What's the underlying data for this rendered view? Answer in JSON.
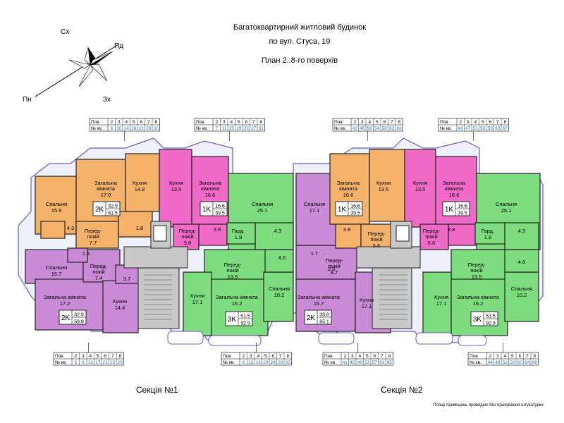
{
  "header": {
    "title_line1": "Багатоквартирний житловий будинок",
    "title_line2": "по вул. Стуса, 19",
    "subtitle": "План 2..8-го поверхів"
  },
  "compass": {
    "north": "Пн",
    "south": "Пд",
    "east": "Сх",
    "west": "Зх"
  },
  "sections": [
    "Секція №1",
    "Секція №2"
  ],
  "footnote": "Площі приміщень приведені без врахування штукатурки",
  "colors": {
    "orange_1k": "#f5b26b",
    "orange_2k": "#f5b26b",
    "pink_1k": "#f06ac8",
    "green_3k": "#7ddc7d",
    "violet_2k": "#c98ad6",
    "wall": "#222222",
    "stairs": "#c8c8c8",
    "border": "#6a5acd",
    "area_box_fill": "#ffffff",
    "apt_num": "#1a6fd1"
  },
  "apt_tables": [
    {
      "pos": "top-left-1",
      "floor_label": "Пов",
      "apt_label": "№ кв.",
      "floors": [
        "2",
        "3",
        "4",
        "5",
        "6",
        "7",
        "8"
      ],
      "apts": [
        "6",
        "10",
        "14",
        "18",
        "22",
        "26",
        "30"
      ]
    },
    {
      "pos": "top-left-2",
      "floor_label": "Пов",
      "apt_label": "№ кв.",
      "floors": [
        "2",
        "3",
        "4",
        "5",
        "6",
        "7",
        "8"
      ],
      "apts": [
        "7",
        "11",
        "15",
        "19",
        "23",
        "27",
        "31"
      ]
    },
    {
      "pos": "top-right-1",
      "floor_label": "Пов",
      "apt_label": "№ кв.",
      "floors": [
        "2",
        "3",
        "4",
        "5",
        "6",
        "7",
        "8"
      ],
      "apts": [
        "42",
        "46",
        "50",
        "54",
        "58",
        "62",
        "66"
      ]
    },
    {
      "pos": "top-right-2",
      "floor_label": "Пов",
      "apt_label": "№ кв.",
      "floors": [
        "2",
        "3",
        "4",
        "5",
        "6",
        "7",
        "8"
      ],
      "apts": [
        "43",
        "47",
        "51",
        "55",
        "59",
        "63",
        "67"
      ]
    },
    {
      "pos": "bottom-left-1",
      "floor_label": "Пов",
      "apt_label": "№ кв.",
      "floors": [
        "2",
        "3",
        "4",
        "5",
        "6",
        "7",
        "8"
      ],
      "apts": [
        "5",
        "9",
        "13",
        "17",
        "21",
        "25",
        "29"
      ]
    },
    {
      "pos": "bottom-left-2",
      "floor_label": "Пов",
      "apt_label": "№ кв.",
      "floors": [
        "2",
        "3",
        "4",
        "5",
        "6",
        "7",
        "8"
      ],
      "apts": [
        "8",
        "12",
        "16",
        "20",
        "24",
        "28",
        "32"
      ]
    },
    {
      "pos": "bottom-right-1",
      "floor_label": "Пов",
      "apt_label": "№ кв.",
      "floors": [
        "2",
        "3",
        "4",
        "5",
        "6",
        "7",
        "8"
      ],
      "apts": [
        "41",
        "45",
        "49",
        "53",
        "57",
        "61",
        "65"
      ]
    },
    {
      "pos": "bottom-right-2",
      "floor_label": "Пов",
      "apt_label": "№ кв.",
      "floors": [
        "2",
        "3",
        "4",
        "5",
        "6",
        "7",
        "8"
      ],
      "apts": [
        "44",
        "48",
        "52",
        "56",
        "60",
        "64",
        "68"
      ]
    }
  ],
  "apartments": [
    {
      "id": "s1-2k-top",
      "type": "2K",
      "living": "32.9",
      "total": "61.5",
      "color": "#f5b26b"
    },
    {
      "id": "s1-1k-top",
      "type": "1K",
      "living": "16.6",
      "total": "39.5",
      "color": "#f06ac8"
    },
    {
      "id": "s1-2k-left",
      "type": "2K",
      "living": "32.9",
      "total": "59.9",
      "color": "#c98ad6"
    },
    {
      "id": "s1-3k",
      "type": "3K",
      "living": "51.5",
      "total": "92.9",
      "color": "#7ddc7d"
    },
    {
      "id": "s2-1k-a",
      "type": "1K",
      "living": "16.6",
      "total": "39.5",
      "color": "#f5b26b"
    },
    {
      "id": "s2-1k-b",
      "type": "1K",
      "living": "16.6",
      "total": "39.5",
      "color": "#f06ac8"
    },
    {
      "id": "s2-2k",
      "type": "2K",
      "living": "33.8",
      "total": "65.1",
      "color": "#c98ad6"
    },
    {
      "id": "s2-3k",
      "type": "3K",
      "living": "51.5",
      "total": "92.9",
      "color": "#7ddc7d"
    }
  ],
  "room_labels": [
    {
      "name": "Спальня",
      "area": "15.9"
    },
    {
      "name": "Загальна\nкімната",
      "area": "17.0"
    },
    {
      "name": "Кухня",
      "area": "14.8"
    },
    {
      "name": "Кухня",
      "area": "13.5"
    },
    {
      "name": "Загальна\nкімната",
      "area": "16.6"
    },
    {
      "name": "Спальня",
      "area": "25.1"
    },
    {
      "name": "",
      "area": "4.3"
    },
    {
      "name": "Перед-\nпокій",
      "area": "7.7"
    },
    {
      "name": "",
      "area": "1.8"
    },
    {
      "name": "Перед-\nпокій",
      "area": "5.6"
    },
    {
      "name": "",
      "area": "3.8"
    },
    {
      "name": "Гард.",
      "area": "1.9"
    },
    {
      "name": "",
      "area": "4.3"
    },
    {
      "name": "Спальня",
      "area": "15.7"
    },
    {
      "name": "Перед-\nпокій",
      "area": "7.4"
    },
    {
      "name": "",
      "area": "1.5"
    },
    {
      "name": "",
      "area": "3.7"
    },
    {
      "name": "Перед-\nпокій",
      "area": "13.5"
    },
    {
      "name": "",
      "area": "4.6"
    },
    {
      "name": "Загальна кімната",
      "area": "17.2"
    },
    {
      "name": "Кухня",
      "area": "14.4"
    },
    {
      "name": "Кухня",
      "area": "17.1"
    },
    {
      "name": "Загальна кімната",
      "area": "16.2"
    },
    {
      "name": "Спальня",
      "area": "10.2"
    },
    {
      "name": "Спальня",
      "area": "17.1"
    },
    {
      "name": "Загальна\nкімната",
      "area": "16.6"
    },
    {
      "name": "Кухня",
      "area": "13.5"
    },
    {
      "name": "Кухня",
      "area": "13.5"
    },
    {
      "name": "Загальна\nкімната",
      "area": "16.6"
    },
    {
      "name": "Спальня",
      "area": "25.1"
    },
    {
      "name": "",
      "area": "3.8"
    },
    {
      "name": "Перед-\nпокій",
      "area": "5.6"
    },
    {
      "name": "Перед-\nпокій",
      "area": "5.6"
    },
    {
      "name": "",
      "area": "3.8"
    },
    {
      "name": "Гард.",
      "area": "1.9"
    },
    {
      "name": "",
      "area": "4.3"
    },
    {
      "name": "",
      "area": "1.7"
    },
    {
      "name": "",
      "area": "3.8"
    },
    {
      "name": "Перед-\nпокій",
      "area": "8.7"
    },
    {
      "name": "Перед-\nпокій",
      "area": "13.5"
    },
    {
      "name": "",
      "area": "4.6"
    },
    {
      "name": "Загальна кімната",
      "area": "16.7"
    },
    {
      "name": "Кухня",
      "area": "17.1"
    },
    {
      "name": "Кухня",
      "area": "17.1"
    },
    {
      "name": "Загальна кімната",
      "area": "16.2"
    },
    {
      "name": "Спальня",
      "area": "10.2"
    }
  ]
}
